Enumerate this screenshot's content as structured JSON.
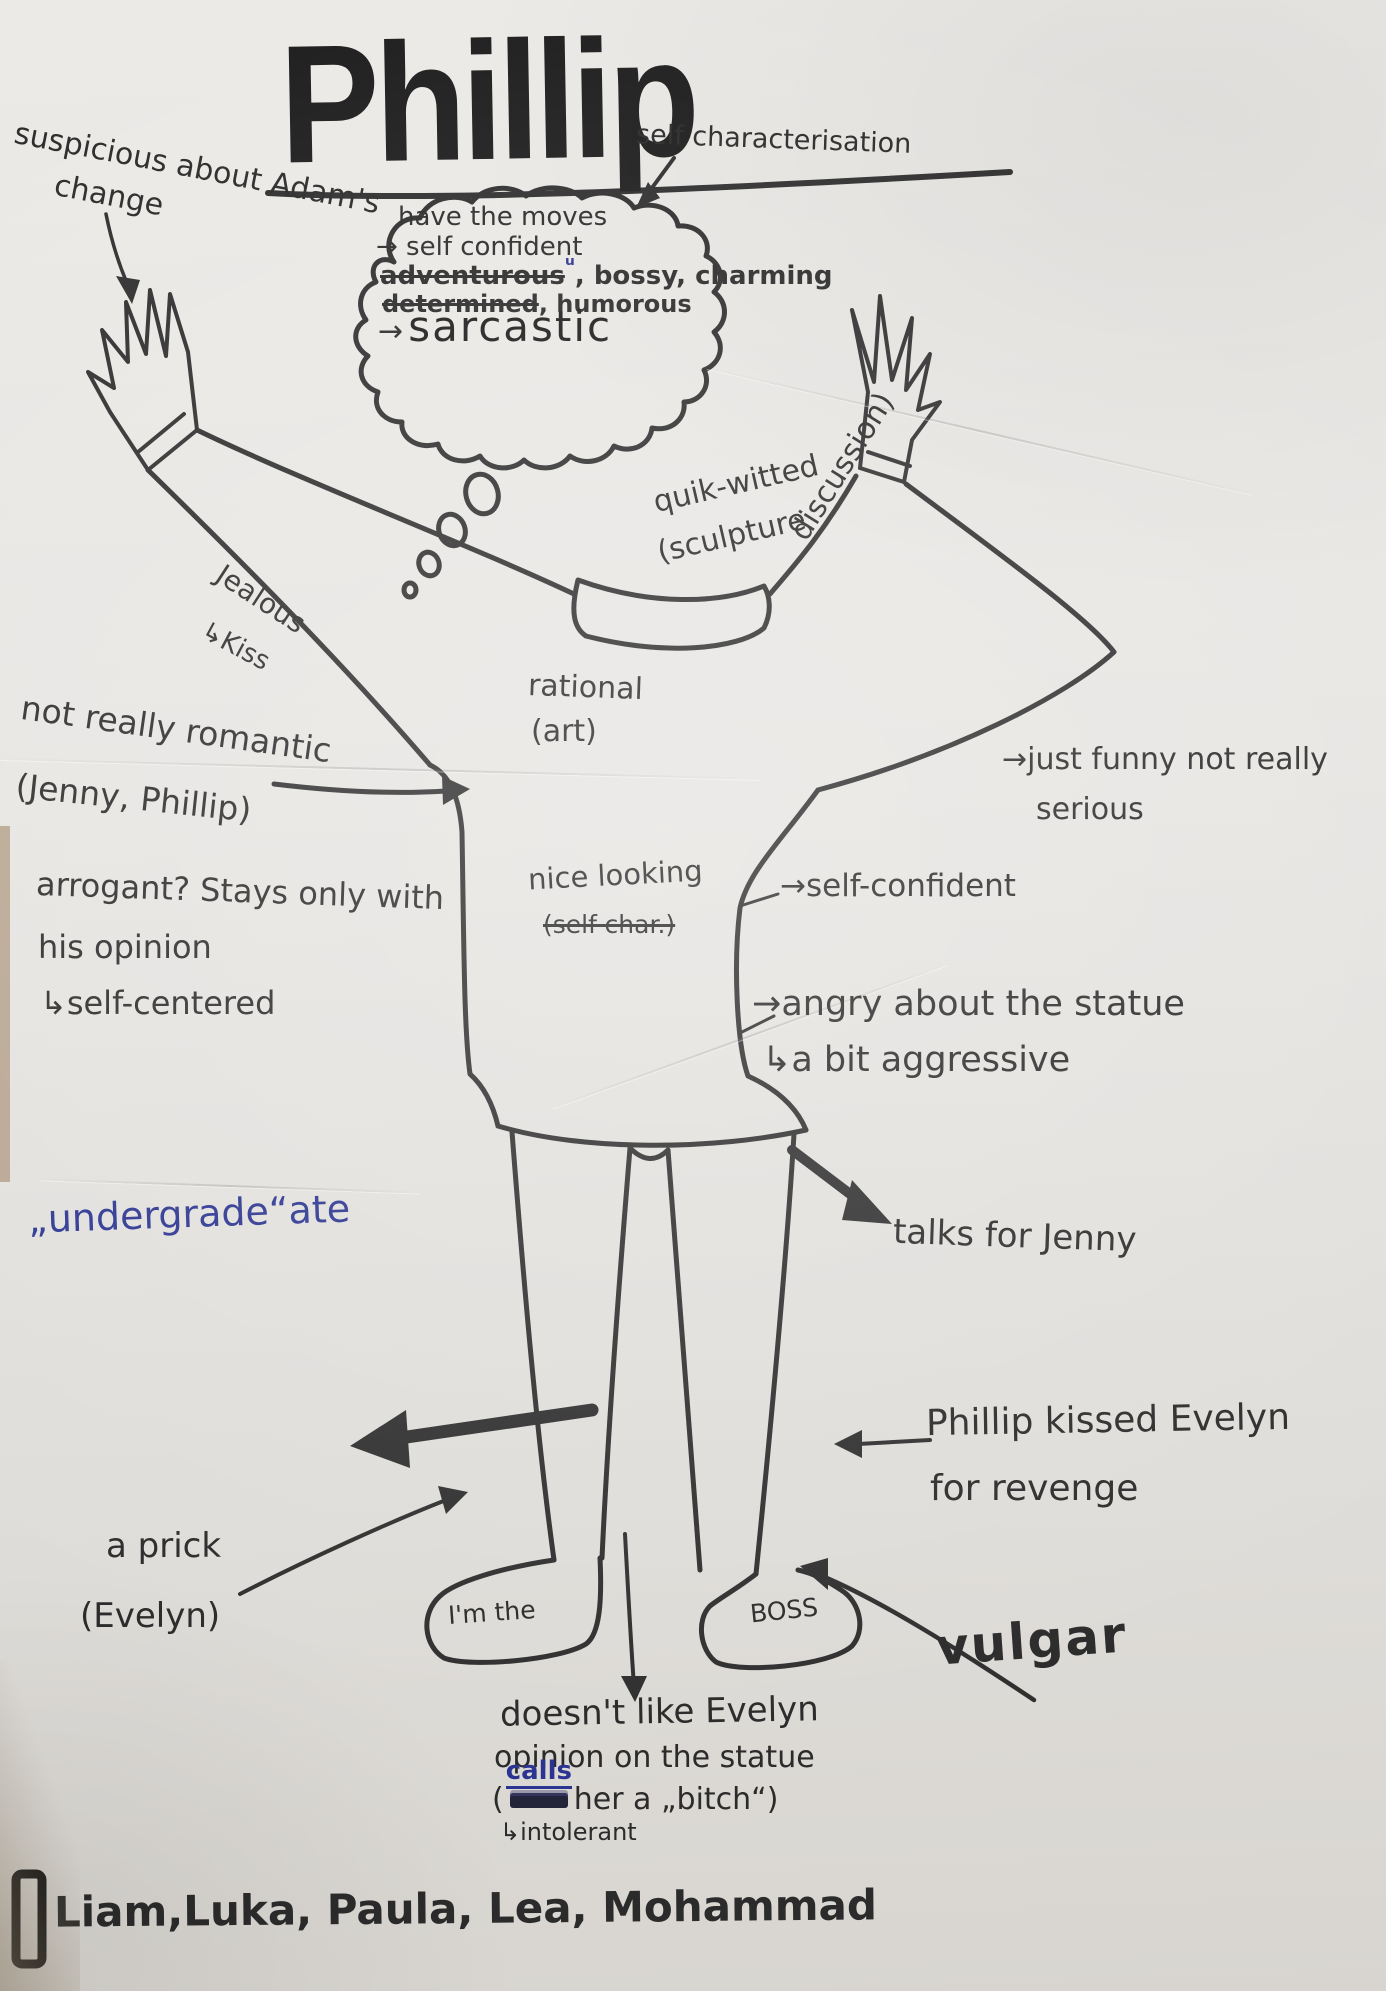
{
  "page": {
    "title": "Phillip"
  },
  "colors": {
    "ink": "#2b2b2b",
    "blue": "#2b3490",
    "paper": "#e7e5e2"
  },
  "notes": {
    "suspicious_1": "suspicious about Adam's",
    "suspicious_2": "change",
    "self_characterisation": "self characterisation",
    "not_really_1": "not really romantic",
    "not_really_2": "(Jenny, Phillip)",
    "arrogant_1": "arrogant? Stays only with",
    "arrogant_2": "his opinion",
    "arrogant_3": "↳self-centered",
    "just_funny_1": "→just funny not really",
    "just_funny_2": "serious",
    "self_confident": "→self-confident",
    "angry_1": "→angry about the statue",
    "angry_2": "↳a bit aggressive",
    "undergrade": "„undergrade“ate",
    "talks": "talks for Jenny",
    "kissed_1": "Phillip kissed Evelyn",
    "kissed_2": "for revenge",
    "prick_1": "a prick",
    "prick_2": "(Evelyn)",
    "vulgar": "vulgar",
    "doesnt_1": "doesn't like Evelyn",
    "doesnt_2": "opinion on the statue",
    "doesnt_3_open": "(",
    "doesnt_3_calls": "calls",
    "doesnt_3_rest": "her a „bitch“)",
    "doesnt_4": "↳intolerant"
  },
  "bubble": {
    "line1": "have the moves",
    "line2": "→ self confident",
    "line3_struck": "adventurous",
    "line3_mark": "ᵘ",
    "line3_rest": ", bossy, charming",
    "line4_struck": "determined",
    "line4_rest": ", humorous",
    "line5_arrow": "→",
    "line5": "sarcastic"
  },
  "figure": {
    "jealous": "Jealous",
    "kiss": "↳Kiss",
    "rational_1": "rational",
    "rational_2": "(art)",
    "quik_1": "quik-witted",
    "quik_2": "(sculpture",
    "quik_3": "discussion)",
    "nice_1": "nice looking",
    "nice_2": "(self-char.)",
    "shoe_left": "I'm the",
    "shoe_right": "BOSS"
  },
  "footer": {
    "names": "Liam,Luka, Paula, Lea, Mohammad"
  }
}
